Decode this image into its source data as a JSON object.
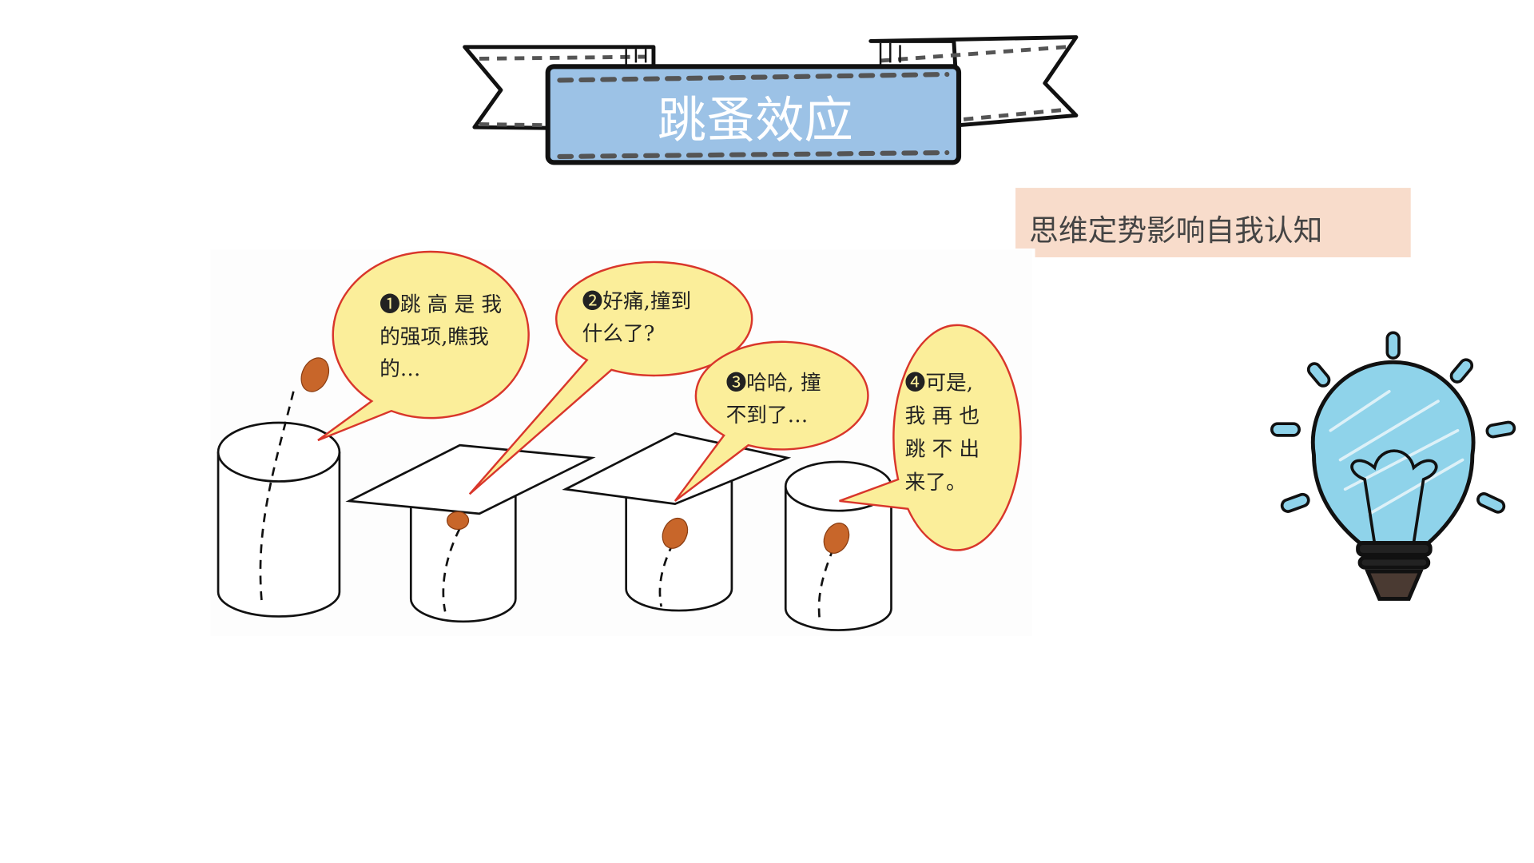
{
  "slide": {
    "title": "跳蚤效应",
    "subtitle": "思维定势影响自我认知"
  },
  "illustration": {
    "bubbles": [
      {
        "lines": [
          "❶跳 高 是 我",
          "的强项,瞧我",
          "的…"
        ]
      },
      {
        "lines": [
          "❷好痛,撞到",
          "什么了?"
        ]
      },
      {
        "lines": [
          "❸哈哈, 撞",
          "不到了…"
        ]
      },
      {
        "lines": [
          "❹可是,",
          "我 再 也",
          "跳 不 出",
          "来了。"
        ]
      }
    ]
  },
  "colors": {
    "banner_blue": "#9cc2e6",
    "subtitle_bg": "#f8dccb",
    "bubble_fill": "#fbee9a",
    "bubble_stroke": "#d9362b",
    "bulb_blue": "#8fd3ea"
  }
}
